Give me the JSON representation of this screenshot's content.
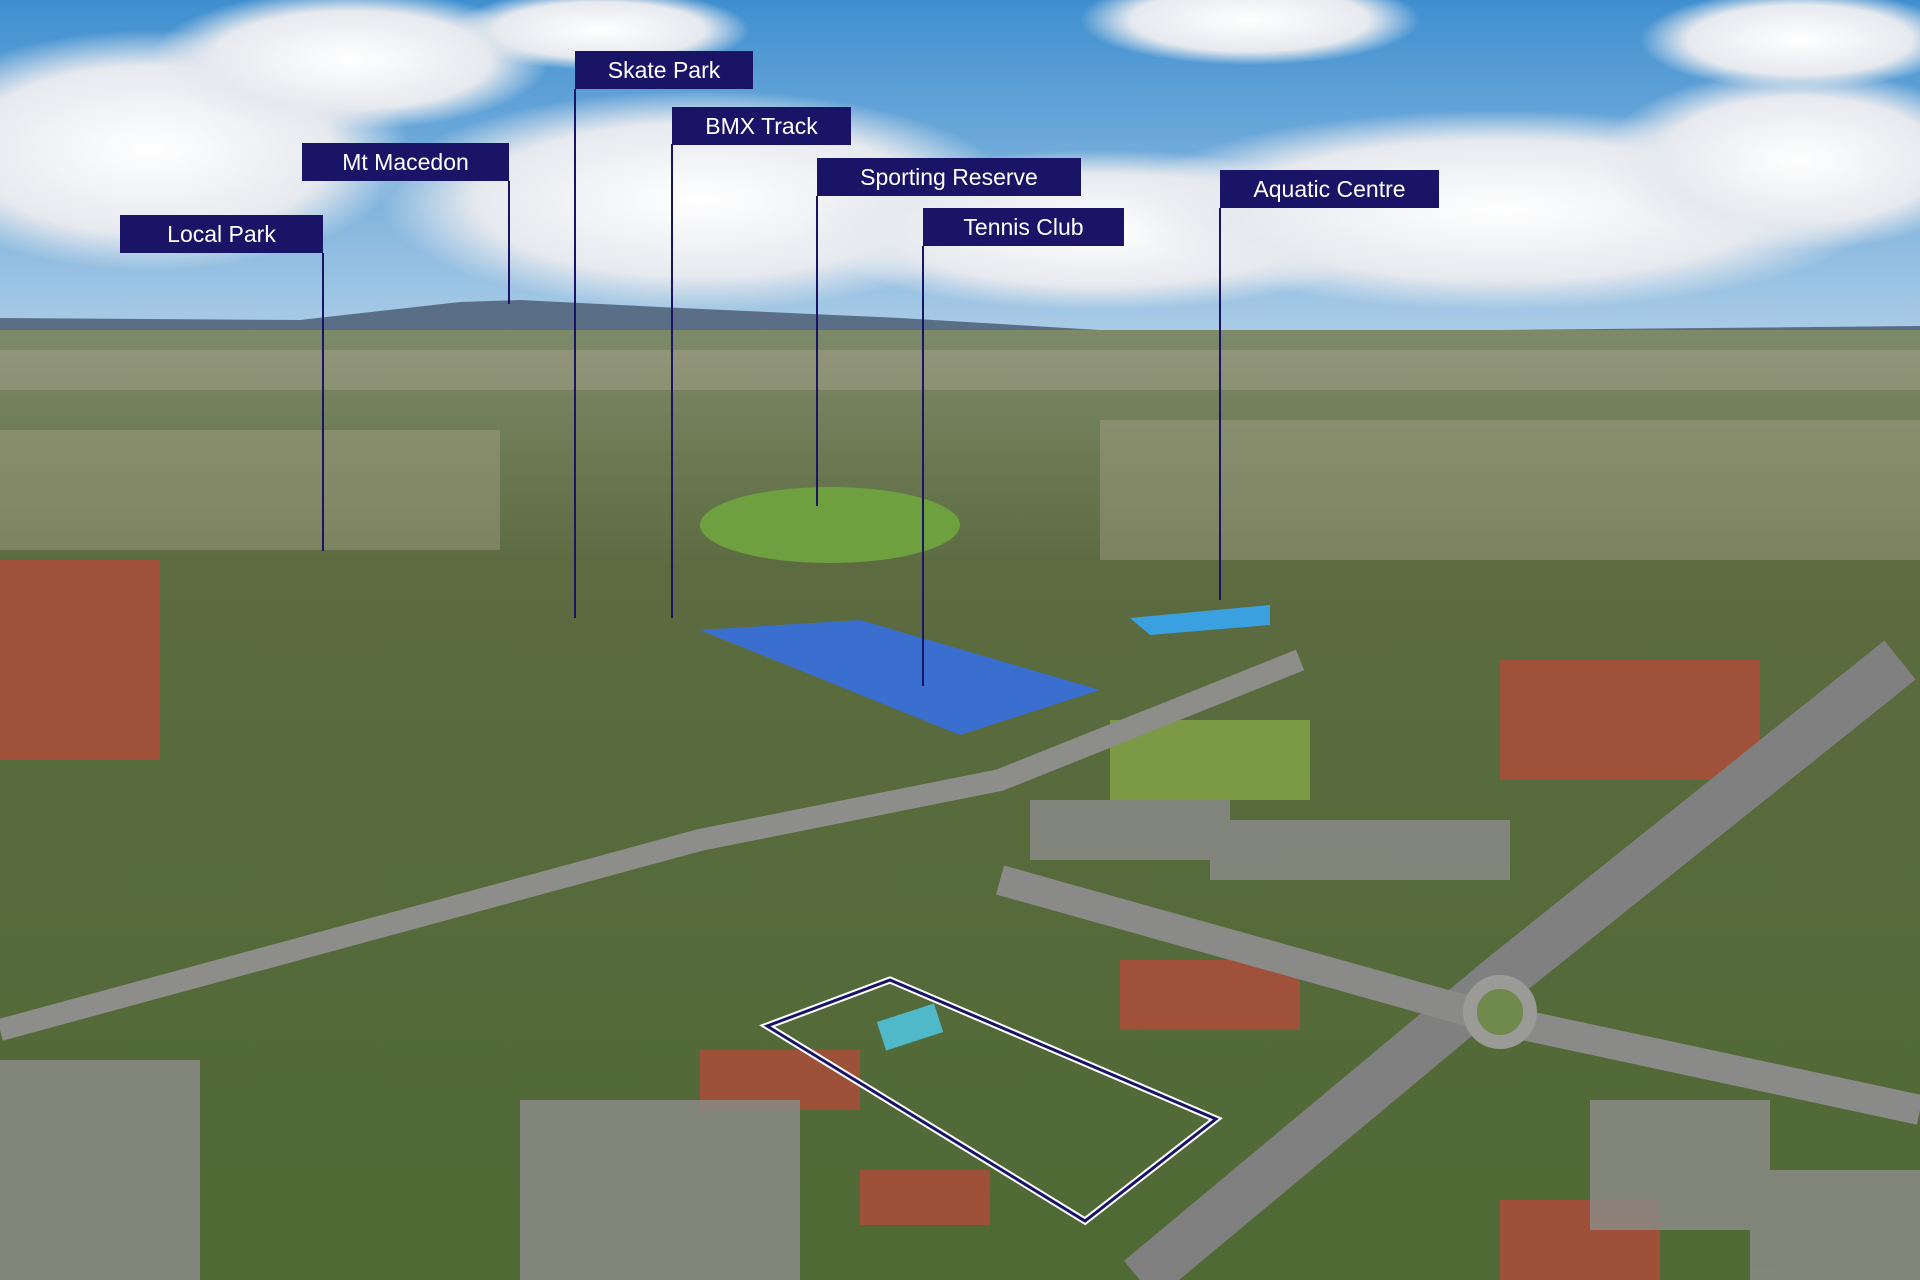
{
  "labels": [
    {
      "id": "local-park",
      "text": "Local Park"
    },
    {
      "id": "mt-macedon",
      "text": "Mt Macedon"
    },
    {
      "id": "skate-park",
      "text": "Skate Park"
    },
    {
      "id": "bmx-track",
      "text": "BMX Track"
    },
    {
      "id": "sporting-reserve",
      "text": "Sporting Reserve"
    },
    {
      "id": "tennis-club",
      "text": "Tennis Club"
    },
    {
      "id": "aquatic-centre",
      "text": "Aquatic Centre"
    }
  ],
  "colors": {
    "label_bg": "#1a1466",
    "label_text": "#ffffff",
    "outline": "#1a1466"
  }
}
